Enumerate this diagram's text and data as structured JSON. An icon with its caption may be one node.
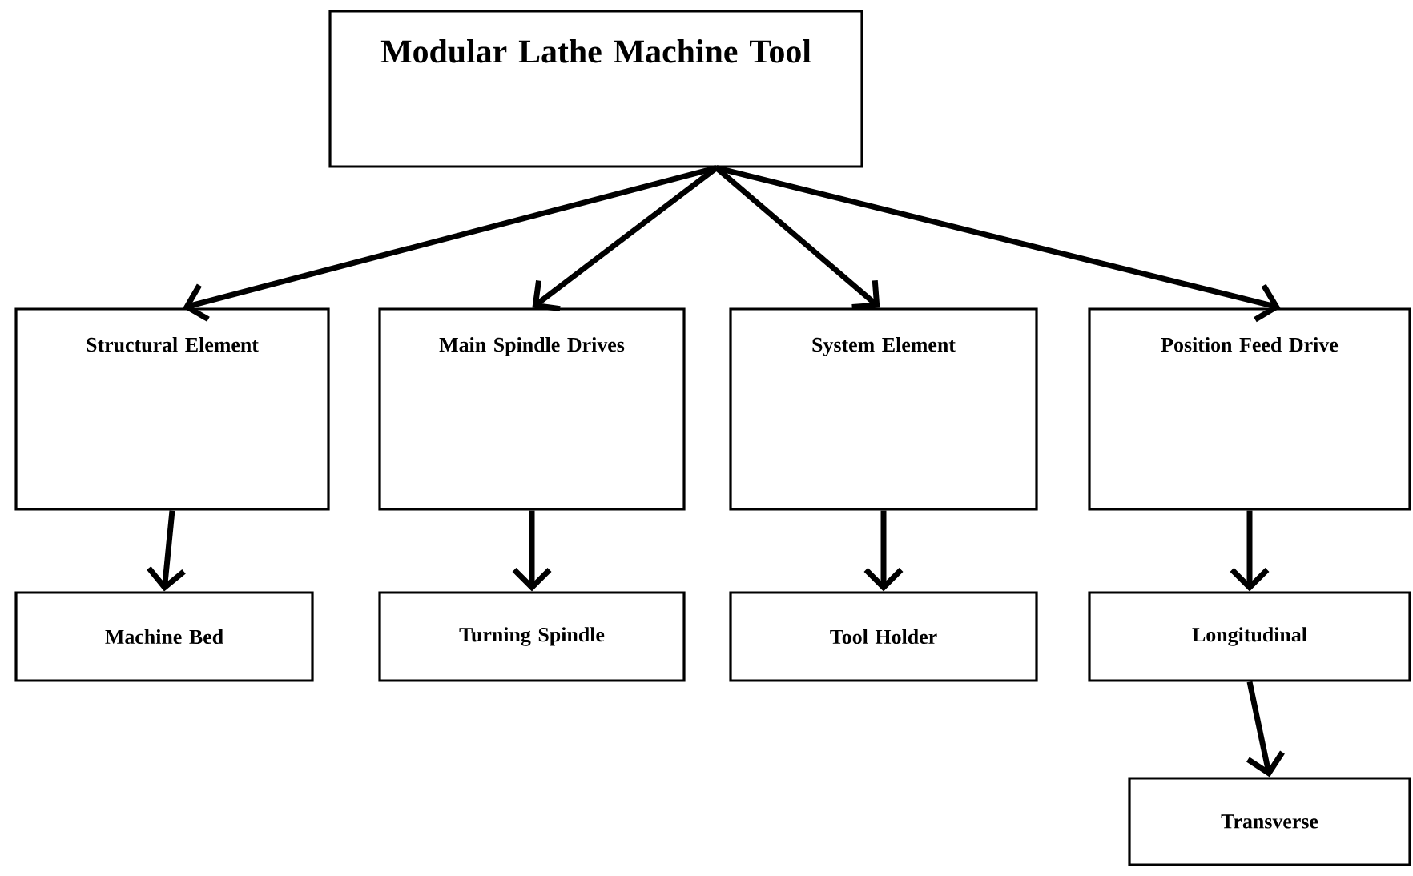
{
  "diagram": {
    "nodes": [
      {
        "text": [
          "Modular Lathe Machine Tool"
        ]
      },
      {
        "text": [
          "Structural Element"
        ]
      },
      {
        "text": [
          "Main Spindle Drives"
        ]
      },
      {
        "text": [
          "System Element"
        ]
      },
      {
        "text": [
          "Position Feed Drive"
        ]
      },
      {
        "text": [
          "Machine Bed"
        ]
      },
      {
        "text": [
          "Turning Spindle"
        ]
      },
      {
        "text": [
          "Tool Holder"
        ]
      },
      {
        "text": [
          "Longitudinal"
        ]
      },
      {
        "text": [
          "Transverse"
        ]
      }
    ],
    "edges": [
      {
        "from": 0,
        "to": 1,
        "arrow": "to"
      },
      {
        "from": 0,
        "to": 2,
        "arrow": "to"
      },
      {
        "from": 0,
        "to": 3,
        "arrow": "to"
      },
      {
        "from": 0,
        "to": 4,
        "arrow": "to"
      },
      {
        "from": 1,
        "to": 5,
        "arrow": "to"
      },
      {
        "from": 2,
        "to": 6,
        "arrow": "to"
      },
      {
        "from": 3,
        "to": 7,
        "arrow": "to"
      },
      {
        "from": 4,
        "to": 8,
        "arrow": "to"
      },
      {
        "from": 8,
        "to": 9,
        "arrow": "to"
      }
    ]
  }
}
